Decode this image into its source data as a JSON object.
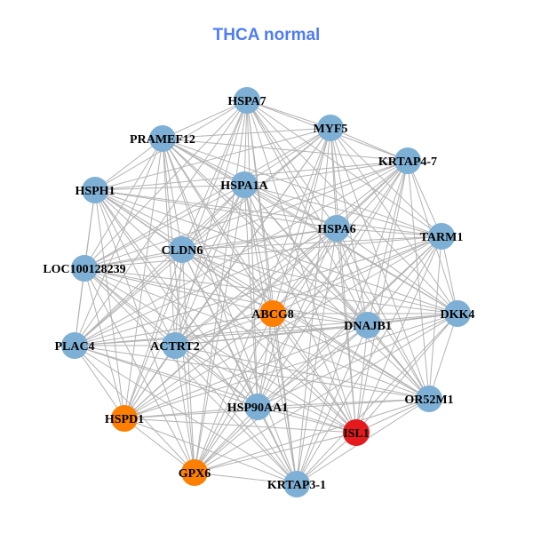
{
  "title": "THCA normal",
  "colors": {
    "title": "#4f7cf5",
    "normal": "#7eb0d5",
    "orange": "#ff7f00",
    "red": "#e41a1c",
    "edge": "#b3b3b3"
  },
  "nodes": [
    {
      "id": "HSPA7",
      "group": "normal"
    },
    {
      "id": "MYF5",
      "group": "normal"
    },
    {
      "id": "PRAMEF12",
      "group": "normal"
    },
    {
      "id": "KRTAP4-7",
      "group": "normal"
    },
    {
      "id": "HSPH1",
      "group": "normal"
    },
    {
      "id": "HSPA1A",
      "group": "normal"
    },
    {
      "id": "HSPA6",
      "group": "normal"
    },
    {
      "id": "TARM1",
      "group": "normal"
    },
    {
      "id": "CLDN6",
      "group": "normal"
    },
    {
      "id": "LOC100128239",
      "group": "normal"
    },
    {
      "id": "ABCG8",
      "group": "orange"
    },
    {
      "id": "DKK4",
      "group": "normal"
    },
    {
      "id": "DNAJB1",
      "group": "normal"
    },
    {
      "id": "PLAC4",
      "group": "normal"
    },
    {
      "id": "ACTRT2",
      "group": "normal"
    },
    {
      "id": "OR52M1",
      "group": "normal"
    },
    {
      "id": "HSP90AA1",
      "group": "normal"
    },
    {
      "id": "HSPD1",
      "group": "orange"
    },
    {
      "id": "ISL1",
      "group": "red"
    },
    {
      "id": "GPX6",
      "group": "orange"
    },
    {
      "id": "KRTAP3-1",
      "group": "normal"
    }
  ],
  "edges": "all-pairs"
}
